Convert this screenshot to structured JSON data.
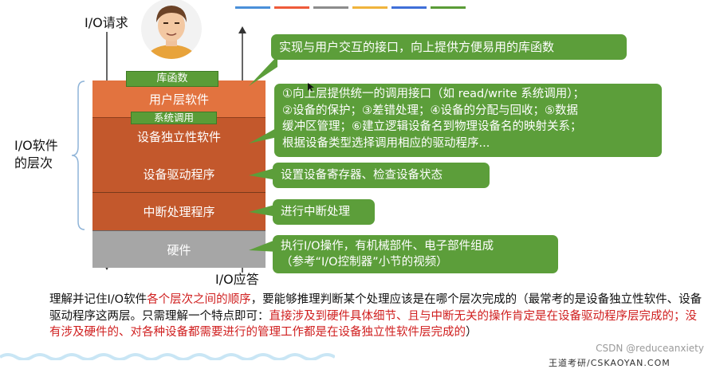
{
  "color_strip": [
    "#4a90d9",
    "#ee5b3a",
    "#8c8c8c",
    "#f0b43c",
    "#3f6fd8",
    "#5a9c37"
  ],
  "colors": {
    "user_layer": "#e2733f",
    "independent_layer": "#c3582c",
    "driver_layer": "#c3582c",
    "interrupt_layer": "#c3582c",
    "hardware_layer": "#a6a6a6",
    "callout_green": "#5c9e3a",
    "highlight_red": "#d02020"
  },
  "labels": {
    "io_request": "I/O请求",
    "io_response": "I/O应答",
    "software_layers_line1": "I/O软件",
    "software_layers_line2": "的层次"
  },
  "layers": [
    {
      "name": "user",
      "label": "用户层软件"
    },
    {
      "name": "device-independent",
      "label": "设备独立性软件"
    },
    {
      "name": "device-driver",
      "label": "设备驱动程序"
    },
    {
      "name": "interrupt-handler",
      "label": "中断处理程序"
    },
    {
      "name": "hardware",
      "label": "硬件"
    }
  ],
  "tags": {
    "library": "库函数",
    "syscall": "系统调用"
  },
  "callouts": {
    "user": "实现与用户交互的接口，向上提供方便易用的库函数",
    "independent": [
      "①向上层提供统一的调用接口（如 read/write 系统调用）；",
      "②设备的保护；③差错处理；④设备的分配与回收；⑤数据",
      "缓冲区管理；⑥建立逻辑设备名到物理设备名的映射关系；",
      "根据设备类型选择调用相应的驱动程序..."
    ],
    "driver": "设置设备寄存器、检查设备状态",
    "interrupt": "进行中断处理",
    "hardware": [
      "执行I/O操作，有机械部件、电子部件组成",
      "（参考“I/O控制器”小节的视频）"
    ]
  },
  "summary": {
    "p1": "理解并记住I/O软件",
    "p2_red": "各个层次之间的顺序",
    "p3": "，要能够推理判断某个处理应该是在哪个层次完成的（最常考的是设备独立性软件、设备驱动程序这两层。只需理解一个特点即可：",
    "p4_red": "直接涉及到硬件具体细节、且与中断无关的操作肯定是在设备驱动程序层完成的；没有涉及硬件的、对各种设备都需要进行的管理工作都是在设备独立性软件层完成的",
    "p5": "）"
  },
  "watermark": "CSDN @reduceanxiety",
  "footer_cut": "王道考研/CSKAOYAN.COM"
}
